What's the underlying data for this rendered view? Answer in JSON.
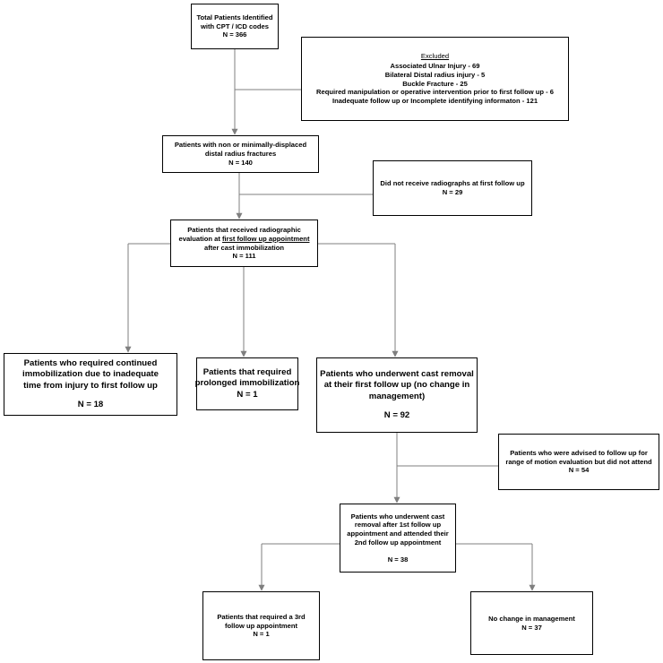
{
  "boxes": {
    "total": {
      "lines": [
        "Total Patients Identified",
        "with CPT / ICD codes",
        "N = 366"
      ]
    },
    "excluded": {
      "heading": "Excluded",
      "lines": [
        "Associated Ulnar Injury - 69",
        "Bilateral Distal radius injury - 5",
        "Buckle Fracture - 25",
        "Required manipulation or operative intervention prior to first follow up  - 6",
        "Inadequate follow up or Incomplete identifying informaton - 121"
      ]
    },
    "nondisplaced": {
      "lines": [
        "Patients with non or minimally-displaced",
        "distal radius fractures",
        "N = 140"
      ]
    },
    "no_radiographs": {
      "lines": [
        "Did not receive radiographs at first follow up",
        "N = 29"
      ]
    },
    "radiographic": {
      "line1": "Patients that received radiographic",
      "line2_pre": "evaluation at ",
      "line2_underlined": "first follow up appointment",
      "line3": "after cast immobilization",
      "line4": "N = 111"
    },
    "continued_immobilization": {
      "lines": [
        "Patients who required continued",
        "immobilization due to inadequate",
        "time from injury to first follow up"
      ],
      "count": "N = 18"
    },
    "prolonged": {
      "lines": [
        "Patients that required",
        "prolonged immobilization"
      ],
      "count": "N = 1"
    },
    "cast_removal_first": {
      "line1": "Patients who underwent cast removal",
      "line2_pre": "at their first follow up (",
      "line2_bold": "no change in",
      "line3_bold": "management",
      "line3_post": ")",
      "count": "N = 92"
    },
    "advised_rom": {
      "lines": [
        "Patients who were advised to follow up for",
        "range of motion evaluation but did not attend",
        "N = 54"
      ]
    },
    "second_followup": {
      "lines": [
        "Patients who underwent cast",
        "removal after 1st follow up",
        "appointment and attended their",
        "2nd follow up appointment"
      ],
      "count": "N = 38"
    },
    "third_followup": {
      "lines": [
        "Patients that required a 3rd",
        "follow up appointment",
        "N = 1"
      ]
    },
    "no_change": {
      "lines": [
        "No change in management",
        "N = 37"
      ]
    }
  },
  "colors": {
    "line": "#7f7f7f",
    "border": "#000000"
  }
}
